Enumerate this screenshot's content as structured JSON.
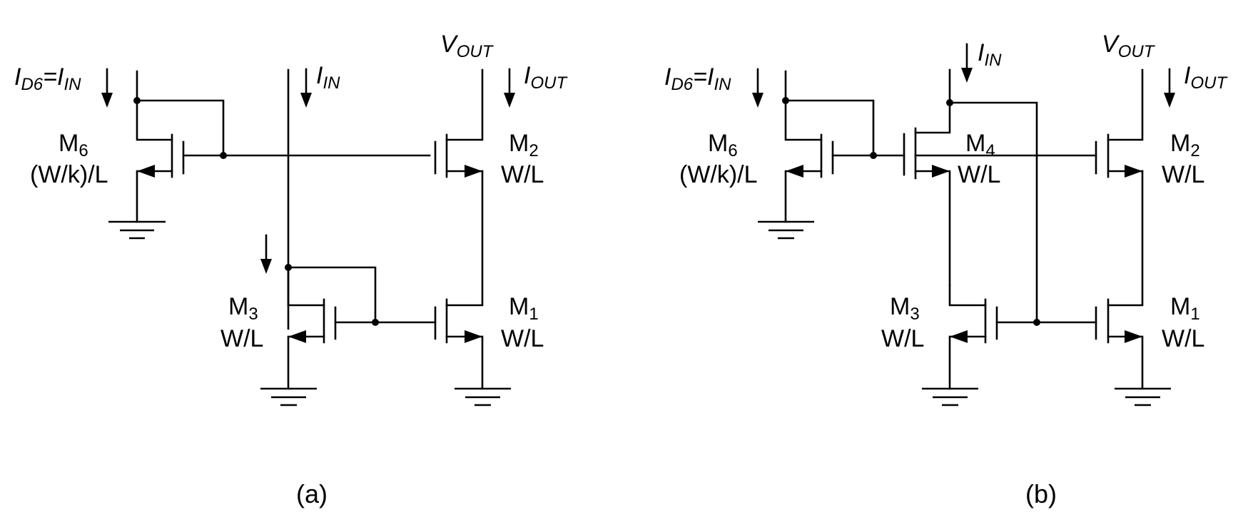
{
  "circuits": [
    {
      "caption": "(a)",
      "labels": {
        "i_d6_main": "I",
        "i_d6_sub": "D6",
        "eq": "=",
        "i_in_main": "I",
        "i_in_sub": "IN",
        "iin_main": "I",
        "iin_sub": "IN",
        "vout_main": "V",
        "vout_sub": "OUT",
        "iout_main": "I",
        "iout_sub": "OUT",
        "m6_main": "M",
        "m6_sub": "6",
        "m6_ratio": "(W/k)/L",
        "m2_main": "M",
        "m2_sub": "2",
        "m2_ratio": "W/L",
        "m3_main": "M",
        "m3_sub": "3",
        "m3_ratio": "W/L",
        "m1_main": "M",
        "m1_sub": "1",
        "m1_ratio": "W/L"
      }
    },
    {
      "caption": "(b)",
      "labels": {
        "i_d6_main": "I",
        "i_d6_sub": "D6",
        "eq": "=",
        "i_in_main": "I",
        "i_in_sub": "IN",
        "iin_main": "I",
        "iin_sub": "IN",
        "vout_main": "V",
        "vout_sub": "OUT",
        "iout_main": "I",
        "iout_sub": "OUT",
        "m6_main": "M",
        "m6_sub": "6",
        "m6_ratio": "(W/k)/L",
        "m4_main": "M",
        "m4_sub": "4",
        "m4_ratio": "W/L",
        "m2_main": "M",
        "m2_sub": "2",
        "m2_ratio": "W/L",
        "m3_main": "M",
        "m3_sub": "3",
        "m3_ratio": "W/L",
        "m1_main": "M",
        "m1_sub": "1",
        "m1_ratio": "W/L"
      }
    }
  ]
}
